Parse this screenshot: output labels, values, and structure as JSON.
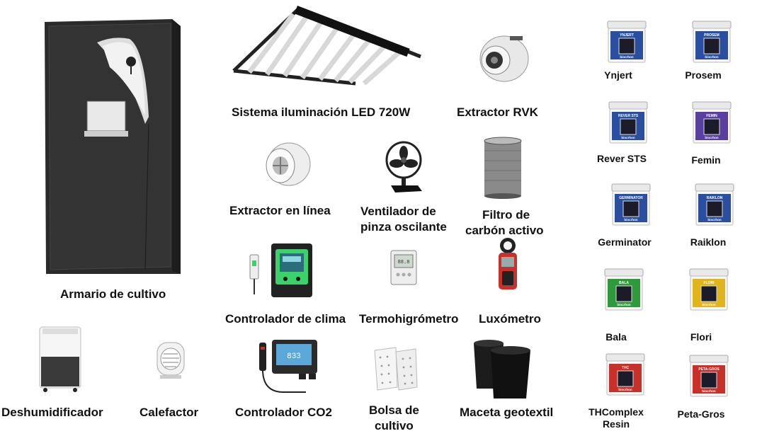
{
  "products": {
    "tent": "Armario de cultivo",
    "led": "Sistema iluminación LED 720W",
    "rvk": "Extractor RVK",
    "inline": "Extractor en línea",
    "fan_line1": "Ventilador de",
    "fan_line2": "pinza oscilante",
    "filter_line1": "Filtro de",
    "filter_line2": "carbón activo",
    "climate": "Controlador de clima",
    "thermo": "Termohigrómetro",
    "lux": "Luxómetro",
    "dehum": "Deshumidificador",
    "heater": "Calefactor",
    "co2": "Controlador CO2",
    "bag_line1": "Bolsa de",
    "bag_line2": "cultivo",
    "pot": "Maceta geotextil"
  },
  "jars": [
    {
      "name": "Ynjert",
      "label": "YNJERT",
      "brand": "biocrhon",
      "color": "#2a4fa0"
    },
    {
      "name": "Prosem",
      "label": "PROSEM",
      "brand": "biocrhon",
      "color": "#2a4fa0"
    },
    {
      "name": "Rever STS",
      "label": "REVER STS",
      "brand": "biocrhon",
      "color": "#2a4fa0"
    },
    {
      "name": "Femin",
      "label": "FEMIN",
      "brand": "biocrhon",
      "color": "#5a3fa0"
    },
    {
      "name": "Germinator",
      "label": "GERMINATOR",
      "brand": "biocrhon",
      "color": "#2a4fa0"
    },
    {
      "name": "Raiklon",
      "label": "RAIKLON",
      "brand": "biocrhon",
      "color": "#2a4fa0"
    },
    {
      "name": "Bala",
      "label": "BALA",
      "brand": "biocrhon",
      "color": "#2f9a3a"
    },
    {
      "name": "Flori",
      "label": "FLORI",
      "brand": "biocrhon",
      "color": "#e0b51a"
    },
    {
      "name": "THComplex",
      "name2": "Resin",
      "label": "THC",
      "brand": "biocrhon",
      "color": "#c8302a"
    },
    {
      "name": "Peta-Gros",
      "label": "PETA-GROS",
      "brand": "biocrhon",
      "color": "#c8302a"
    }
  ],
  "colors": {
    "tent": "#2b2b2b",
    "controller_accent": "#3bd16b",
    "lux_body": "#c8302a"
  }
}
